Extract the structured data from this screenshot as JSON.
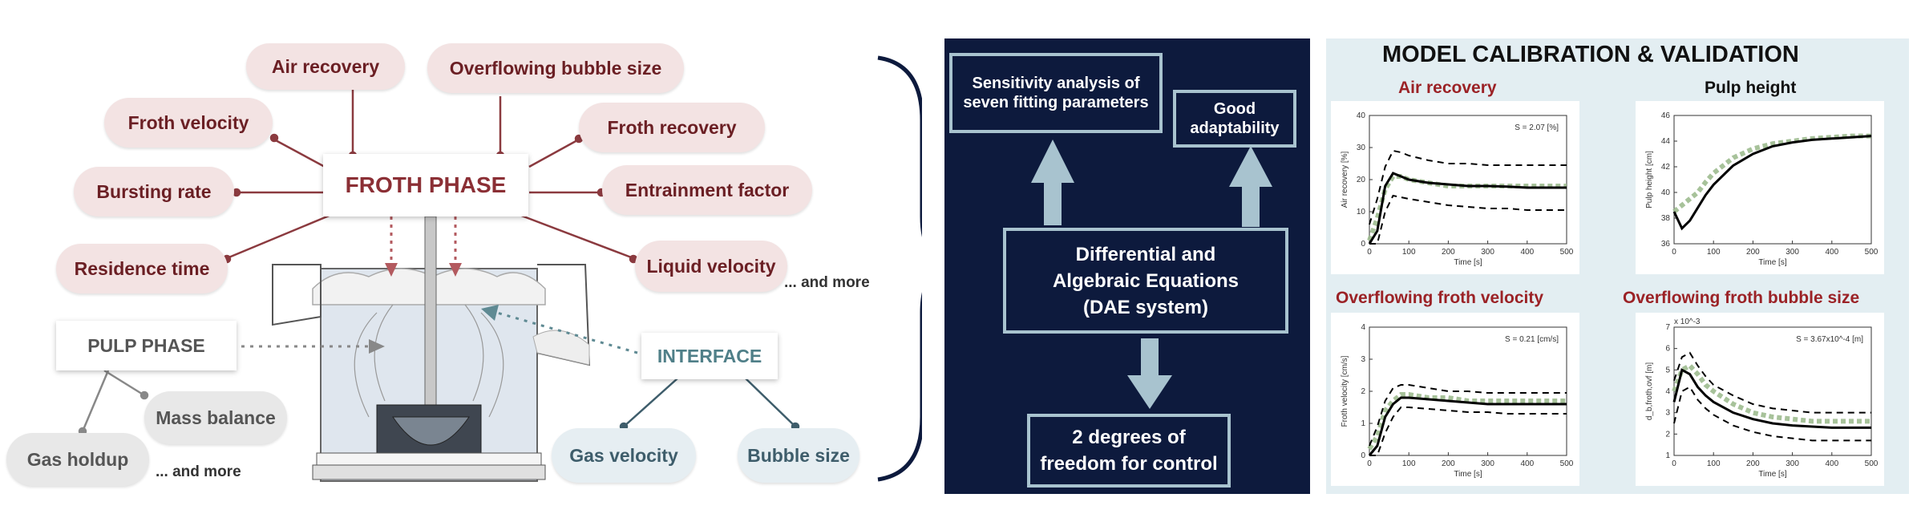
{
  "left": {
    "froth_phase": "FROTH PHASE",
    "pulp_phase": "PULP PHASE",
    "interface": "INTERFACE",
    "froth_params": [
      "Air recovery",
      "Overflowing bubble size",
      "Froth velocity",
      "Froth recovery",
      "Bursting rate",
      "Entrainment factor",
      "Residence time",
      "Liquid velocity"
    ],
    "pulp_params": [
      "Mass balance",
      "Gas holdup"
    ],
    "interface_params": [
      "Gas velocity",
      "Bubble size"
    ],
    "and_more": "... and more"
  },
  "middle": {
    "sensitivity": "Sensitivity analysis of seven fitting parameters",
    "adaptability": "Good adaptability",
    "dae_line1": "Differential and",
    "dae_line2": "Algebraic Equations",
    "dae_line3": "(DAE system)",
    "dof_line1": "2 degrees of",
    "dof_line2": "freedom for control"
  },
  "right": {
    "title": "MODEL CALIBRATION & VALIDATION",
    "colors": {
      "red_title": "#9b2226",
      "black_title": "#111111",
      "measured": "#9dbb8f",
      "model": "#000000"
    }
  },
  "chart_data": [
    {
      "type": "line",
      "title": "Air recovery",
      "xlabel": "Time [s]",
      "ylabel": "Air recovery [%]",
      "annotation": "S = 2.07 [%]",
      "xlim": [
        0,
        500
      ],
      "ylim": [
        0,
        40
      ],
      "xticks": [
        0,
        100,
        200,
        300,
        400,
        500
      ],
      "yticks": [
        0,
        10,
        20,
        30,
        40
      ],
      "x": [
        0,
        20,
        40,
        60,
        80,
        100,
        150,
        200,
        250,
        300,
        350,
        400,
        450,
        500
      ],
      "series": [
        {
          "values": [
            1,
            8,
            17,
            21,
            21,
            20,
            19,
            18,
            18,
            18,
            18,
            18,
            18,
            18
          ]
        },
        {
          "values": [
            0,
            4,
            18,
            22,
            21,
            20,
            19,
            18.5,
            18,
            18,
            17.8,
            17.5,
            17.5,
            17.5
          ]
        },
        {
          "values": [
            6,
            14,
            24,
            29,
            28.5,
            27.5,
            26,
            25,
            25,
            24.5,
            24.5,
            24.5,
            24.5,
            24.5
          ]
        },
        {
          "values": [
            0,
            0,
            10,
            15,
            14.5,
            14,
            13,
            12,
            11.5,
            11,
            11,
            10.5,
            10.5,
            10.5
          ]
        }
      ]
    },
    {
      "type": "line",
      "title": "Pulp height",
      "xlabel": "Time [s]",
      "ylabel": "Pulp height [cm]",
      "xlim": [
        0,
        500
      ],
      "ylim": [
        36,
        46
      ],
      "xticks": [
        0,
        100,
        200,
        300,
        400,
        500
      ],
      "yticks": [
        36,
        38,
        40,
        42,
        44,
        46
      ],
      "x": [
        0,
        20,
        40,
        60,
        80,
        100,
        150,
        200,
        250,
        300,
        350,
        400,
        450,
        500
      ],
      "series": [
        {
          "values": [
            38.5,
            39,
            39.5,
            40,
            40.8,
            41.5,
            42.7,
            43.4,
            43.8,
            44,
            44.2,
            44.3,
            44.4,
            44.4
          ]
        },
        {
          "values": [
            38.5,
            37.2,
            37.8,
            38.8,
            39.8,
            40.6,
            42.1,
            43,
            43.6,
            43.9,
            44.1,
            44.2,
            44.3,
            44.4
          ]
        }
      ]
    },
    {
      "type": "line",
      "title": "Overflowing froth velocity",
      "xlabel": "Time [s]",
      "ylabel": "Froth velocity [cm/s]",
      "annotation": "S = 0.21 [cm/s]",
      "xlim": [
        0,
        500
      ],
      "ylim": [
        0,
        4
      ],
      "xticks": [
        0,
        100,
        200,
        300,
        400,
        500
      ],
      "yticks": [
        0,
        1,
        2,
        3,
        4
      ],
      "x": [
        0,
        20,
        40,
        60,
        80,
        100,
        150,
        200,
        250,
        300,
        350,
        400,
        450,
        500
      ],
      "series": [
        {
          "values": [
            0.2,
            0.6,
            1.4,
            1.7,
            1.9,
            1.9,
            1.8,
            1.8,
            1.7,
            1.7,
            1.7,
            1.7,
            1.7,
            1.7
          ]
        },
        {
          "values": [
            0,
            0.3,
            1.2,
            1.6,
            1.8,
            1.8,
            1.75,
            1.7,
            1.65,
            1.6,
            1.6,
            1.6,
            1.6,
            1.6
          ]
        },
        {
          "values": [
            0.3,
            0.9,
            1.7,
            2.1,
            2.2,
            2.2,
            2.1,
            2.0,
            2.0,
            1.95,
            1.95,
            1.95,
            1.95,
            1.95
          ]
        },
        {
          "values": [
            0,
            0,
            0.7,
            1.2,
            1.5,
            1.5,
            1.45,
            1.4,
            1.35,
            1.35,
            1.3,
            1.3,
            1.3,
            1.3
          ]
        }
      ]
    },
    {
      "type": "line",
      "title": "Overflowing froth bubble size",
      "xlabel": "Time [s]",
      "ylabel": "d_b,froth,ovf [m]",
      "annotation": "S = 3.67x10^-4 [m]",
      "yscale_label": "x 10^-3",
      "xlim": [
        0,
        500
      ],
      "ylim": [
        1,
        7
      ],
      "xticks": [
        0,
        100,
        200,
        300,
        400,
        500
      ],
      "yticks": [
        1,
        2,
        3,
        4,
        5,
        6,
        7
      ],
      "x": [
        0,
        20,
        40,
        60,
        80,
        100,
        150,
        200,
        250,
        300,
        350,
        400,
        450,
        500
      ],
      "series": [
        {
          "values": [
            4,
            5,
            5.2,
            4.8,
            4.3,
            4,
            3.4,
            3.0,
            2.8,
            2.7,
            2.6,
            2.6,
            2.6,
            2.6
          ]
        },
        {
          "values": [
            3.5,
            5,
            4.8,
            4.2,
            3.8,
            3.5,
            3.0,
            2.7,
            2.5,
            2.4,
            2.35,
            2.3,
            2.3,
            2.3
          ]
        },
        {
          "values": [
            4.5,
            5.6,
            5.8,
            5.2,
            4.7,
            4.3,
            3.8,
            3.4,
            3.2,
            3.1,
            3.0,
            3.0,
            3.0,
            3.0
          ]
        },
        {
          "values": [
            2.5,
            4,
            4.2,
            3.6,
            3.2,
            2.9,
            2.4,
            2.1,
            1.9,
            1.8,
            1.7,
            1.7,
            1.7,
            1.7
          ]
        }
      ]
    }
  ]
}
